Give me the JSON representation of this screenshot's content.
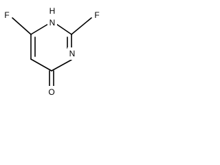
{
  "structure": {
    "labels": {
      "fluorine_left": "F",
      "fluorine_right": "F",
      "nitrogen_top_label": "H",
      "nitrogen_top": "N",
      "nitrogen_right": "N",
      "oxygen_bottom": "O"
    },
    "colors": {
      "bond": "#000000",
      "text": "#000000",
      "background": "#ffffff"
    }
  }
}
